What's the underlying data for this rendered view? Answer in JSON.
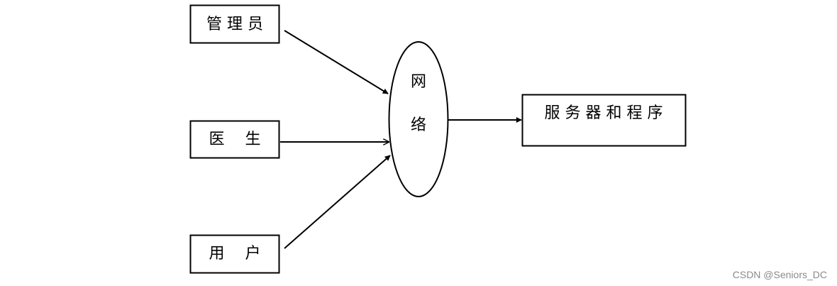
{
  "nodes": {
    "admin": "管 理 员",
    "doctor": "医　 生",
    "user": "用　 户",
    "network_line1": "网",
    "network_line2": "络",
    "server": "服 务 器 和 程 序"
  },
  "watermark": "CSDN @Seniors_DC",
  "colors": {
    "stroke": "#000000",
    "background": "#ffffff",
    "watermark": "#8a8a8a"
  }
}
